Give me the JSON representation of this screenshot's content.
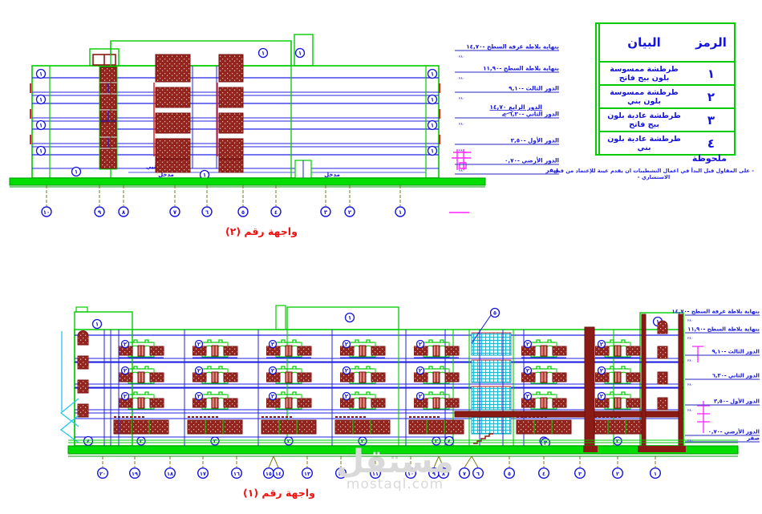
{
  "legend": {
    "header": {
      "description": "البيان",
      "symbol": "الرمز"
    },
    "rows": [
      {
        "symbol": "١",
        "description": "طرطشة ممسوسة بلون بيج فاتح"
      },
      {
        "symbol": "٢",
        "description": "طرطشة ممسوسة  بلون بني"
      },
      {
        "symbol": "٣",
        "description": "طرطشة عادية بلون بيج فاتح"
      },
      {
        "symbol": "٤",
        "description": "طرطشة عادية  بلون بني"
      }
    ],
    "note_title": "ملحوظة",
    "note": "- على المقاول قبل البدأ في اعمال التشطيبات ان يقدم عينة للإعتماد من قبل الاستشاري -"
  },
  "elevations": {
    "top": {
      "title": "واجهة رقم  (٢)",
      "annotation": "الدور الرابع ١٤,٧٠",
      "levels": [
        {
          "label": "بنهاية بلاطة غرفة السطح",
          "value": "-١٤,٧٠"
        },
        {
          "label": "بنهاية بلاطة السطح",
          "value": "-١١,٩٠"
        },
        {
          "label": "الدور الثالث",
          "value": "-٩,١٠"
        },
        {
          "label": "الدور الثاني",
          "value": "-٦,٣٠"
        },
        {
          "label": "الدور الأول",
          "value": "-٣,٥٠"
        },
        {
          "label": "الدور الأرضي",
          "value": "-٠,٧٠"
        },
        {
          "label": "صفر",
          "value": ""
        }
      ],
      "grid_labels": [
        "١٠",
        "٩",
        "٨",
        "٧",
        "٦",
        "٥",
        "٤",
        "٣",
        "٢",
        "١"
      ],
      "texts": {
        "side_entrance": "مدخل جانبي",
        "entrance": "مدخل"
      }
    },
    "bottom": {
      "title": "واجهة رقم  (١)",
      "levels": [
        {
          "label": "بنهاية بلاطة غرفة السطح",
          "value": "-١٤,٧٠"
        },
        {
          "label": "بنهاية بلاطة السطح",
          "value": "-١١,٩٠"
        },
        {
          "label": "الدور الثالث",
          "value": "-٩,١٠"
        },
        {
          "label": "الدور الثاني",
          "value": "-٦,٣٠"
        },
        {
          "label": "الدور الأول",
          "value": "-٣,٥٠"
        },
        {
          "label": "الدور الأرضي",
          "value": "-٠,٧٠"
        },
        {
          "label": "صفر",
          "value": ""
        }
      ],
      "grid_labels": [
        "٢٠",
        "١٩",
        "١٨",
        "١٧",
        "١٦",
        "١٥",
        "١٤",
        "١٣",
        "١٢",
        "١١",
        "١٠",
        "٩",
        "٨",
        "٧",
        "٦",
        "٥",
        "٤",
        "٣",
        "٢",
        "١"
      ]
    }
  },
  "finish_tags": {
    "t1": "١",
    "t2": "٢",
    "t3": "٣",
    "t4": "٤",
    "t5": "٥"
  },
  "dim_label": "٢٨٠",
  "watermark": {
    "name": "مستقل",
    "domain": "mostaql.com"
  },
  "colors": {
    "line_green": "#00cc00",
    "ground_green": "#00dd00",
    "line_blue": "#2020e0",
    "level_blue": "#5050cc",
    "brick_maroon": "#93241e",
    "accent_red": "#dd2222",
    "cyan": "#22c8ee",
    "magenta": "#ff22ff",
    "olive": "#7b7b1a",
    "title_red": "#ee1111"
  }
}
